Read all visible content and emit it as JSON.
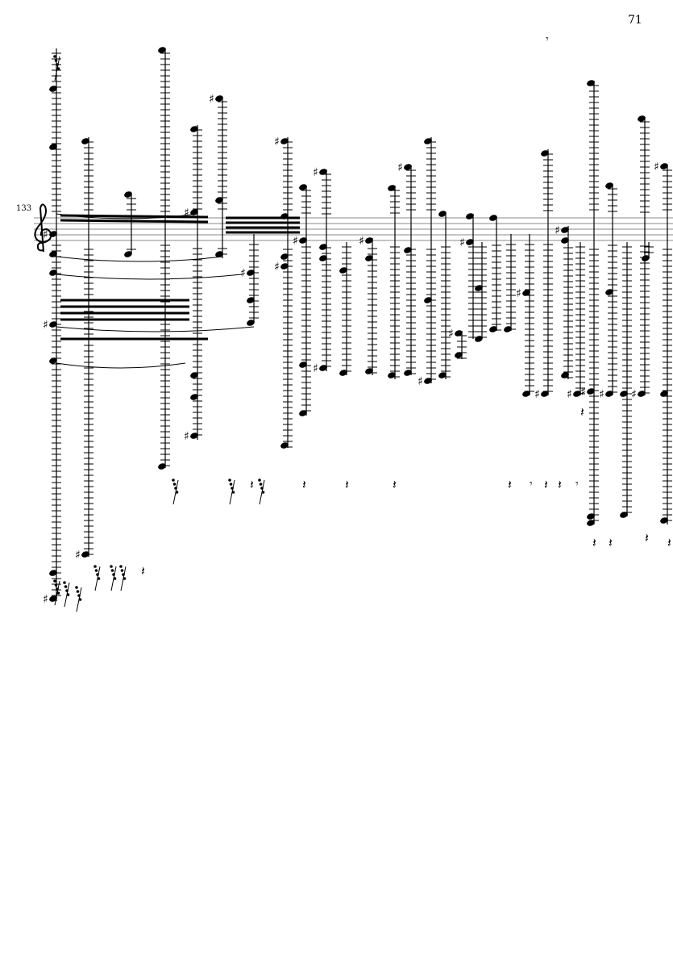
{
  "page_number": "71",
  "measure_number": "133",
  "clef": "treble"
}
